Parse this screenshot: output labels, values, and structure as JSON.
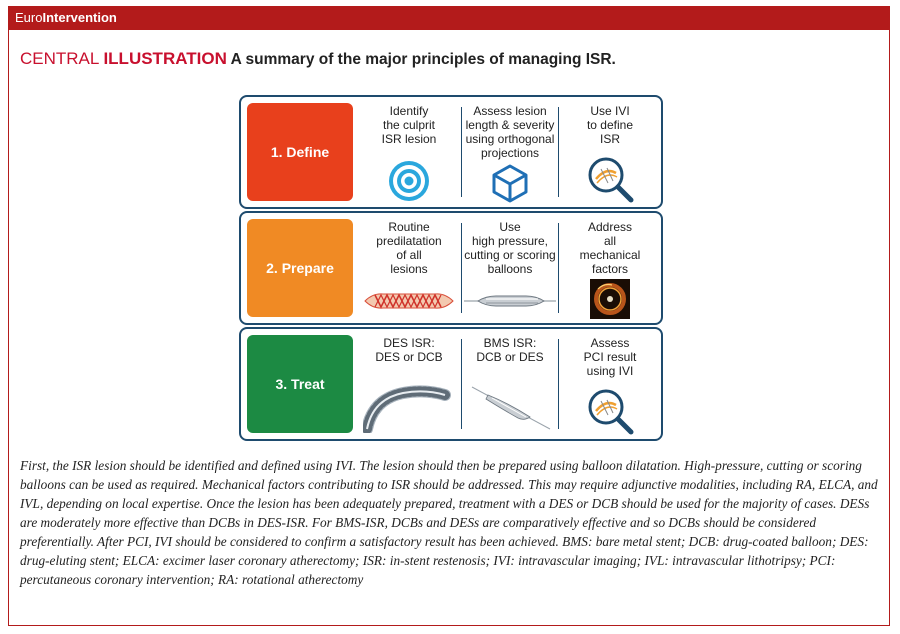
{
  "header": {
    "journal_pre": "Euro",
    "journal_bold": "Intervention"
  },
  "headline": {
    "lead": "CENTRAL ",
    "bold": "ILLUSTRATION",
    "rest": " A summary of the major principles of managing ISR."
  },
  "rows": [
    {
      "stage": "1. Define",
      "color": "#e8401c",
      "cells": [
        {
          "text": "Identify\nthe culprit\nISR lesion",
          "icon": "target-icon"
        },
        {
          "text": "Assess lesion\nlength & severity\nusing orthogonal\nprojections",
          "icon": "cube-icon"
        },
        {
          "text": "Use IVI\nto define\nISR",
          "icon": "magnifier-stent-icon"
        }
      ]
    },
    {
      "stage": "2. Prepare",
      "color": "#f08a24",
      "cells": [
        {
          "text": "Routine\npredilatation\nof all\nlesions",
          "icon": "stent-balloon-icon"
        },
        {
          "text": "Use\nhigh pressure,\ncutting or scoring\nballoons",
          "icon": "balloon-catheter-icon"
        },
        {
          "text": "Address\nall\nmechanical\nfactors",
          "icon": "oct-image-icon"
        }
      ]
    },
    {
      "stage": "3. Treat",
      "color": "#1c8a43",
      "cells": [
        {
          "text": "DES ISR:\nDES or DCB",
          "icon": "curved-stent-icon"
        },
        {
          "text": "BMS ISR:\nDCB or DES",
          "icon": "catheter-icon"
        },
        {
          "text": "Assess\nPCI result\nusing IVI",
          "icon": "magnifier-stent-icon"
        }
      ]
    }
  ],
  "caption": "First, the ISR lesion should be identified and defined using IVI. The lesion should then be prepared using balloon dilatation. High-pressure, cutting or scoring balloons can be used as required. Mechanical factors contributing to ISR should be addressed. This may require adjunctive modalities, including RA, ELCA, and IVL, depending on local expertise. Once the lesion has been adequately prepared, treatment with a DES or DCB should be used for the majority of cases. DESs are moderately more effective than DCBs in DES-ISR. For BMS-ISR, DCBs and DESs are comparatively effective and so DCBs should be considered preferentially. After PCI, IVI should be considered to confirm a satisfactory result has been achieved. BMS: bare metal stent; DCB: drug-coated balloon; DES: drug-eluting stent; ELCA: excimer laser coronary atherectomy; ISR: in-stent restenosis; IVI: intravascular imaging; IVL: intravascular lithotripsy; PCI: percutaneous coronary intervention; RA: rotational atherectomy"
}
